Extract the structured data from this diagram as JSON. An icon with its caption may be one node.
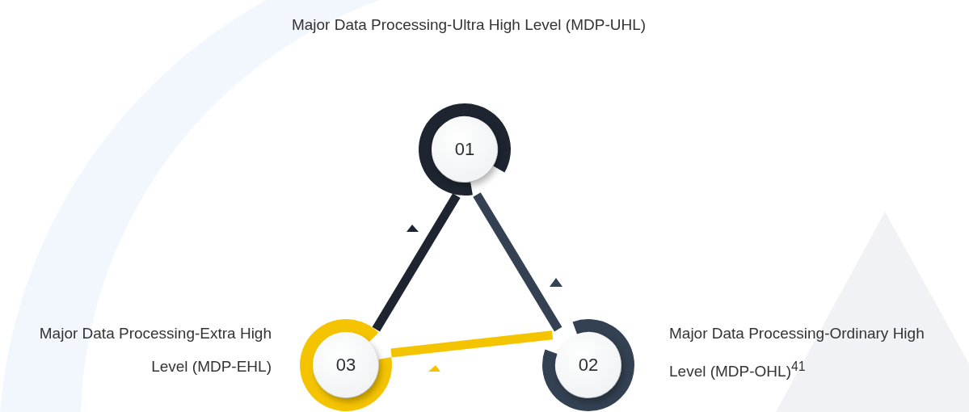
{
  "diagram": {
    "nodes": [
      {
        "text": [
          "01"
        ]
      },
      {
        "text": [
          "02"
        ],
        "beside": [
          "Major Data Processing-Ordinary High Level (MDP-OHL)$^{41}$"
        ]
      },
      {
        "text": [
          "03"
        ],
        "beside": [
          "Major Data Processing-Extra High Level (MDP-EHL)"
        ]
      }
    ],
    "edges": [
      {
        "from": 0,
        "to": 2,
        "arrow": "none"
      },
      {
        "from": 1,
        "to": 0,
        "arrow": "none"
      },
      {
        "from": 2,
        "to": 1,
        "arrow": "none",
        "color": "#f5c400"
      }
    ],
    "labels": [
      "Major Data Processing-Ultra High Level (MDP-UHL)"
    ]
  }
}
